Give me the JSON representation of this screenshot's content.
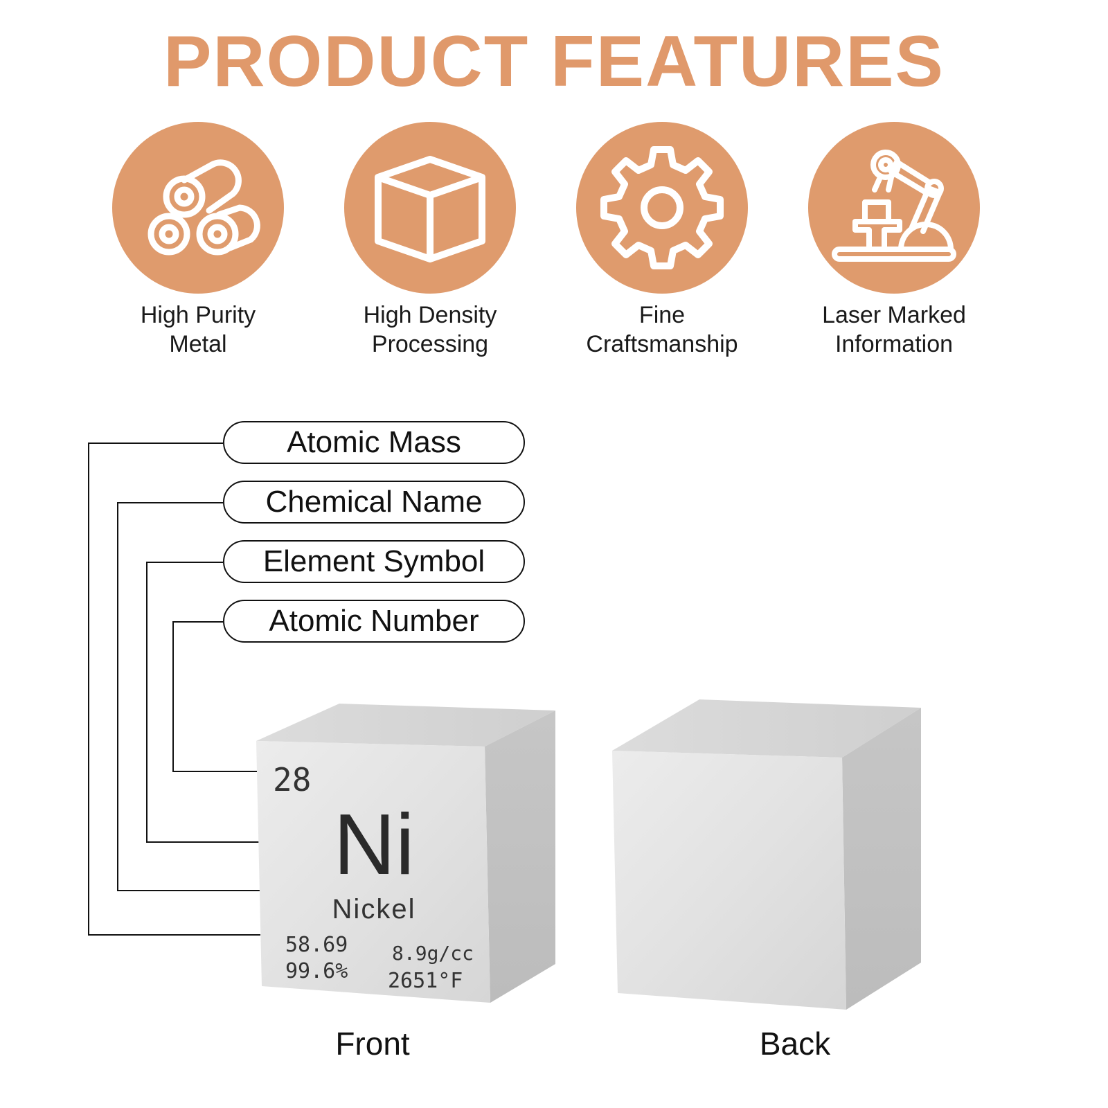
{
  "title": "PRODUCT FEATURES",
  "accent_color": "#df9b6d",
  "features": [
    {
      "icon": "metal-rolls-icon",
      "line1": "High Purity",
      "line2": "Metal"
    },
    {
      "icon": "cube-icon",
      "line1": "High Density",
      "line2": "Processing"
    },
    {
      "icon": "gear-icon",
      "line1": "Fine",
      "line2": "Craftsmanship"
    },
    {
      "icon": "robot-arm-icon",
      "line1": "Laser Marked",
      "line2": "Information"
    }
  ],
  "callouts": [
    "Atomic Mass",
    "Chemical Name",
    "Element Symbol",
    "Atomic Number"
  ],
  "cube": {
    "atomic_number": "28",
    "symbol": "Ni",
    "name": "Nickel",
    "atomic_mass": "58.69",
    "density": "8.9g/cc",
    "purity": "99.6%",
    "melting_point": "2651°F"
  },
  "captions": {
    "front": "Front",
    "back": "Back"
  }
}
